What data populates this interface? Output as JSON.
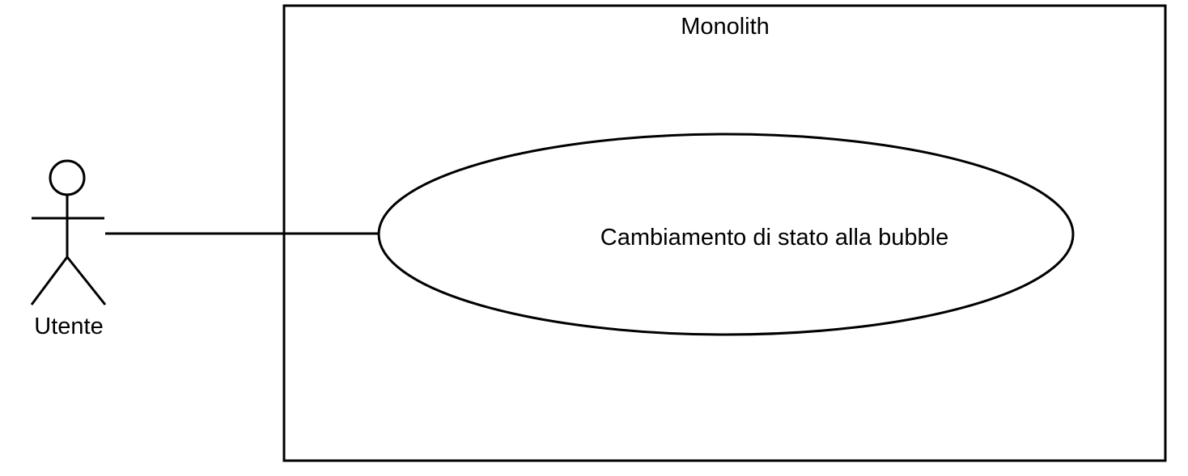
{
  "diagram": {
    "system_boundary": {
      "title": "Monolith"
    },
    "actor": {
      "label": "Utente"
    },
    "use_case": {
      "label": "Cambiamento di stato alla bubble"
    },
    "colors": {
      "stroke": "#000000",
      "background": "#ffffff"
    }
  }
}
